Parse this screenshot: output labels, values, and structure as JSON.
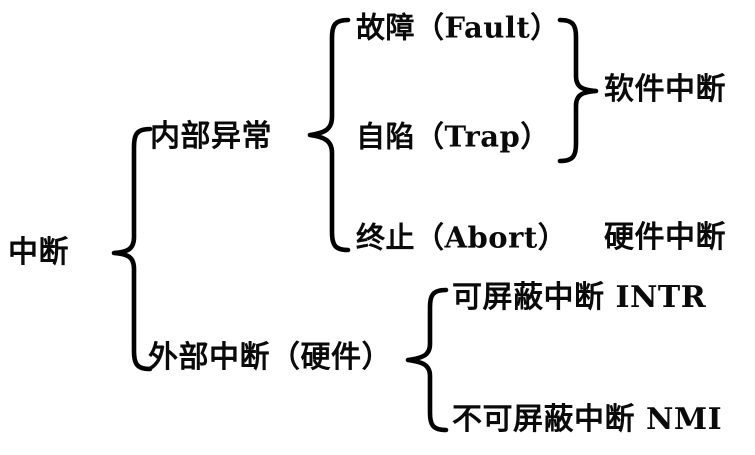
{
  "diagram": {
    "type": "tree-brace-hierarchy",
    "title_text": "",
    "background_color": "#ffffff",
    "stroke_color": "#000000",
    "text_color": "#0a0a0a",
    "root": {
      "label": "中断"
    },
    "level1": [
      {
        "label": "内部异常"
      },
      {
        "label": "外部中断（硬件）"
      }
    ],
    "level2_internal": [
      {
        "label": "故障（Fault）"
      },
      {
        "label": "自陷（Trap）"
      },
      {
        "label": "终止（Abort）"
      }
    ],
    "level2_external": [
      {
        "label": "可屏蔽中断 INTR"
      },
      {
        "label": "不可屏蔽中断 NMI"
      }
    ],
    "group_labels": [
      {
        "label": "软件中断",
        "groups": [
          "故障（Fault）",
          "自陷（Trap）"
        ]
      },
      {
        "label": "硬件中断",
        "groups": [
          "终止（Abort）"
        ]
      }
    ]
  }
}
